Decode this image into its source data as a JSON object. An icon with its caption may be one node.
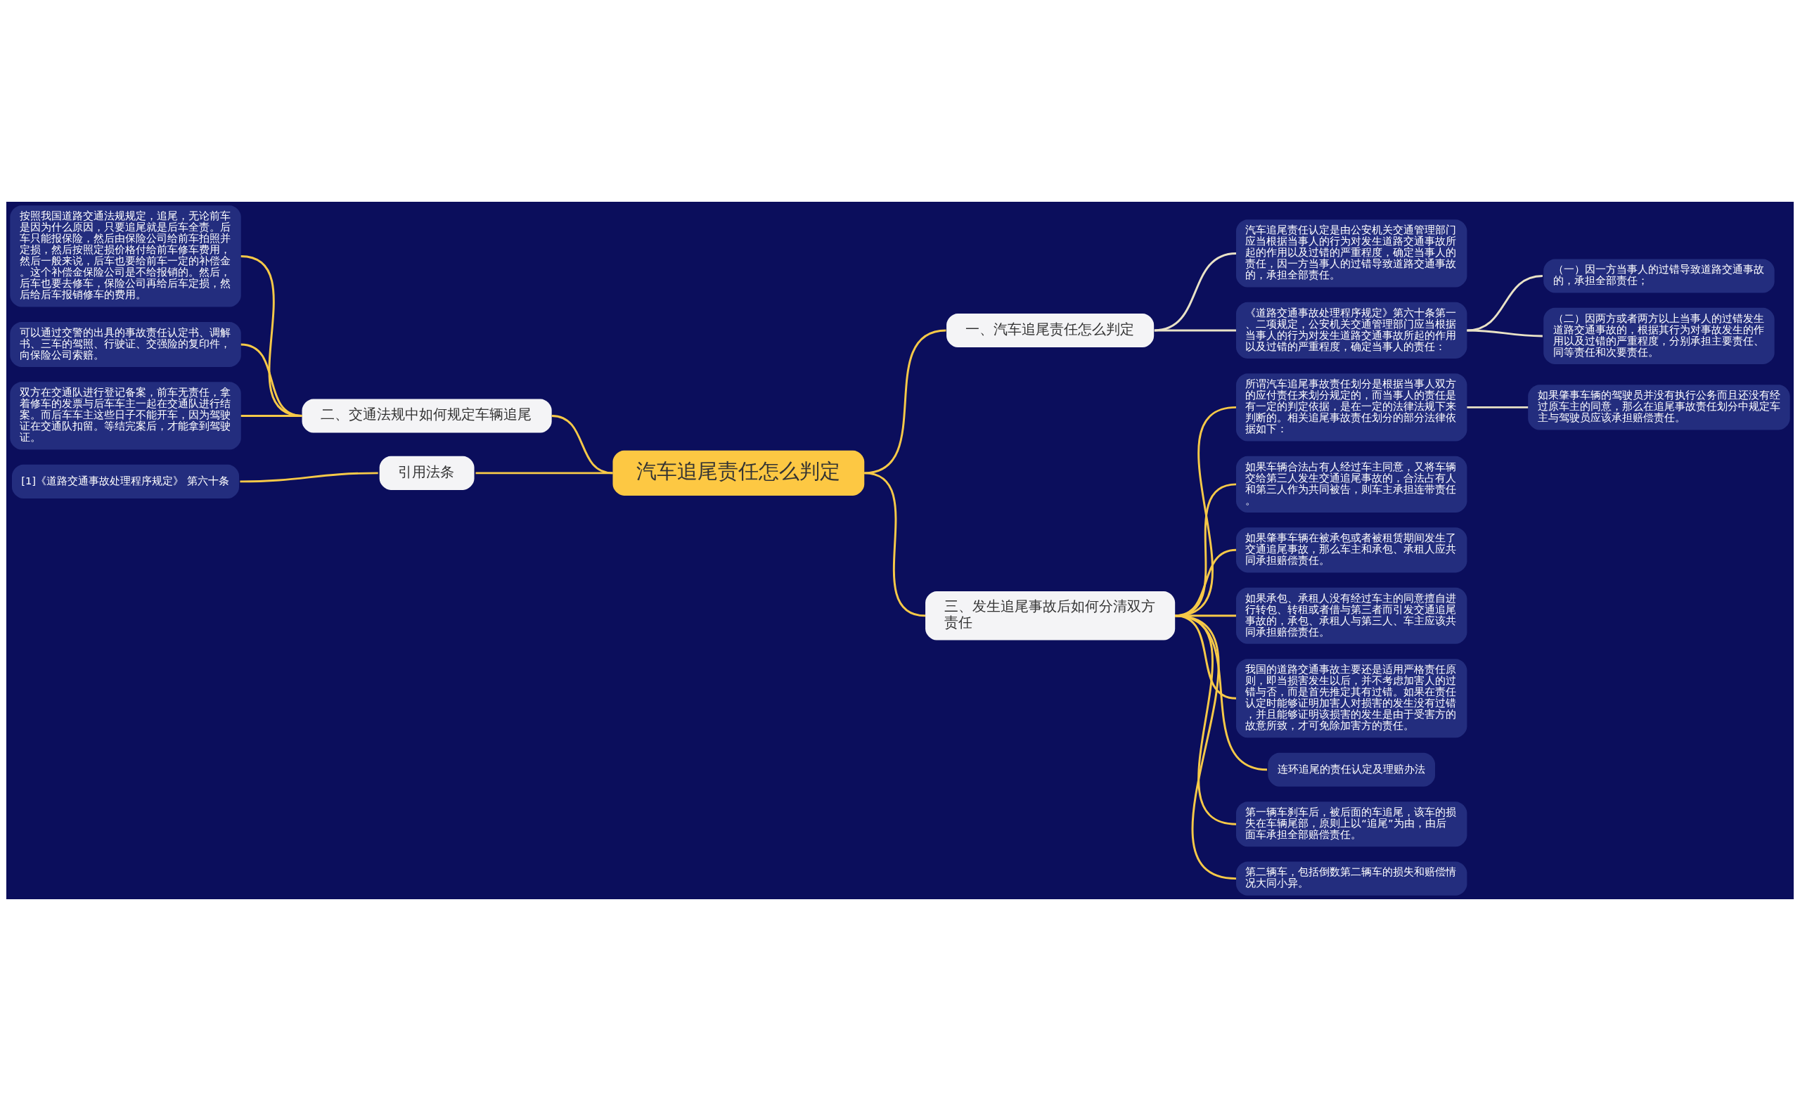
{
  "diagram": {
    "nodes": [
      {
        "text": [
          "汽车追尾责任怎么判定"
        ]
      },
      {
        "text": [
          "一、汽车追尾责任怎么判定"
        ]
      },
      {
        "text": [
          "汽车追尾责任认定是由公安机关交通管理部门应当根据当事人的行为对发生道路交通事故所起的作用以及过错的严重程度，确定当事人的责任，因一方当事人的过错导致道路交通事故的，承担全部责任。"
        ]
      },
      {
        "text": [
          "《道路交通事故处理程序规定》第六十条第一、二项规定，公安机关交通管理部门应当根据当事人的行为对发生道路交通事故所起的作用以及过错的严重程度，确定当事人的责任："
        ]
      },
      {
        "text": [
          "（一）因一方当事人的过错导致道路交通事故的，承担全部责任；"
        ]
      },
      {
        "text": [
          "（二）因两方或者两方以上当事人的过错发生道路交通事故的，根据其行为对事故发生的作用以及过错的严重程度，分别承担主要责任、同等责任和次要责任。"
        ]
      },
      {
        "text": [
          "二、交通法规中如何规定车辆追尾"
        ]
      },
      {
        "text": [
          "按照我国道路交通法规规定，追尾，无论前车是因为什么原因，只要追尾就是后车全责。后车只能报保险，然后由保险公司给前车拍照并定损，然后按照定损价格付给前车修车费用，然后一般来说，后车也要给前车一定的补偿金。这个补偿金保险公司是不给报销的。然后，后车也要去修车，保险公司再给后车定损，然后给后车报销修车的费用。"
        ]
      },
      {
        "text": [
          "可以通过交警的出具的事故责任认定书、调解书、三车的驾照、行驶证、交强险的复印件，向保险公司索赔。"
        ]
      },
      {
        "text": [
          "双方在交通队进行登记备案，前车无责任，拿着修车的发票与后车车主一起在交通队进行结案。而后车车主这些日子不能开车，因为驾驶证在交通队扣留。等结完案后，才能拿到驾驶证。"
        ]
      },
      {
        "text": [
          "三、发生追尾事故后如何分清双方责任"
        ]
      },
      {
        "text": [
          "所谓汽车追尾事故责任划分是根据当事人双方的应付责任来划分规定的，而当事人的责任是有一定的判定依据，是在一定的法律法规下来判断的。相关追尾事故责任划分的部分法律依据如下："
        ]
      },
      {
        "text": [
          "如果肇事车辆的驾驶员并没有执行公务而且还没有经过原车主的同意，那么在追尾事故责任划分中规定车主与驾驶员应该承担赔偿责任。"
        ]
      },
      {
        "text": [
          "如果车辆合法占有人经过车主同意，又将车辆交给第三人发生交通追尾事故的，合法占有人和第三人作为共同被告，则车主承担连带责任。"
        ]
      },
      {
        "text": [
          "如果肇事车辆在被承包或者被租赁期间发生了交通追尾事故，那么车主和承包、承租人应共同承担赔偿责任。"
        ]
      },
      {
        "text": [
          "如果承包、承租人没有经过车主的同意擅自进行转包、转租或者借与第三者而引发交通追尾事故的，承包、承租人与第三人、车主应该共同承担赔偿责任。"
        ]
      },
      {
        "text": [
          "我国的道路交通事故主要还是适用严格责任原则，即当损害发生以后，并不考虑加害人的过错与否，而是首先推定其有过错。如果在责任认定时能够证明加害人对损害的发生没有过错，并且能够证明该损害的发生是由于受害方的故意所致，才可免除加害方的责任。"
        ]
      },
      {
        "text": [
          "连环追尾的责任认定及理赔办法"
        ]
      },
      {
        "text": [
          "第一辆车刹车后，被后面的车追尾，该车的损失在车辆尾部，原则上以“追尾”为由，由后面车承担全部赔偿责任。"
        ]
      },
      {
        "text": [
          "第二辆车，包括倒数第二辆车的损失和赔偿情况大同小异。"
        ]
      },
      {
        "text": [
          "引用法条"
        ]
      },
      {
        "text": [
          "[1]《道路交通事故处理程序规定》 第六十条"
        ]
      }
    ],
    "edges": [
      {
        "from": 0,
        "to": 1,
        "arrow": "none"
      },
      {
        "from": 1,
        "to": 2,
        "arrow": "none",
        "color": "#e9e2c6"
      },
      {
        "from": 1,
        "to": 3,
        "arrow": "none",
        "color": "#e9e2c6"
      },
      {
        "from": 3,
        "to": 4,
        "arrow": "none",
        "color": "#e9e2c6"
      },
      {
        "from": 3,
        "to": 5,
        "arrow": "none",
        "color": "#e9e2c6"
      },
      {
        "from": 0,
        "to": 6,
        "arrow": "none"
      },
      {
        "from": 6,
        "to": 7,
        "arrow": "none"
      },
      {
        "from": 6,
        "to": 8,
        "arrow": "none"
      },
      {
        "from": 6,
        "to": 9,
        "arrow": "none"
      },
      {
        "from": 0,
        "to": 10,
        "arrow": "none"
      },
      {
        "from": 10,
        "to": 11,
        "arrow": "none"
      },
      {
        "from": 11,
        "to": 12,
        "arrow": "none",
        "color": "#e9e2c6"
      },
      {
        "from": 10,
        "to": 13,
        "arrow": "none"
      },
      {
        "from": 10,
        "to": 14,
        "arrow": "none"
      },
      {
        "from": 10,
        "to": 15,
        "arrow": "none"
      },
      {
        "from": 10,
        "to": 16,
        "arrow": "none"
      },
      {
        "from": 10,
        "to": 17,
        "arrow": "none"
      },
      {
        "from": 10,
        "to": 18,
        "arrow": "none"
      },
      {
        "from": 10,
        "to": 19,
        "arrow": "none"
      },
      {
        "from": 0,
        "to": 20,
        "arrow": "none"
      },
      {
        "from": 20,
        "to": 21,
        "arrow": "none"
      }
    ]
  }
}
